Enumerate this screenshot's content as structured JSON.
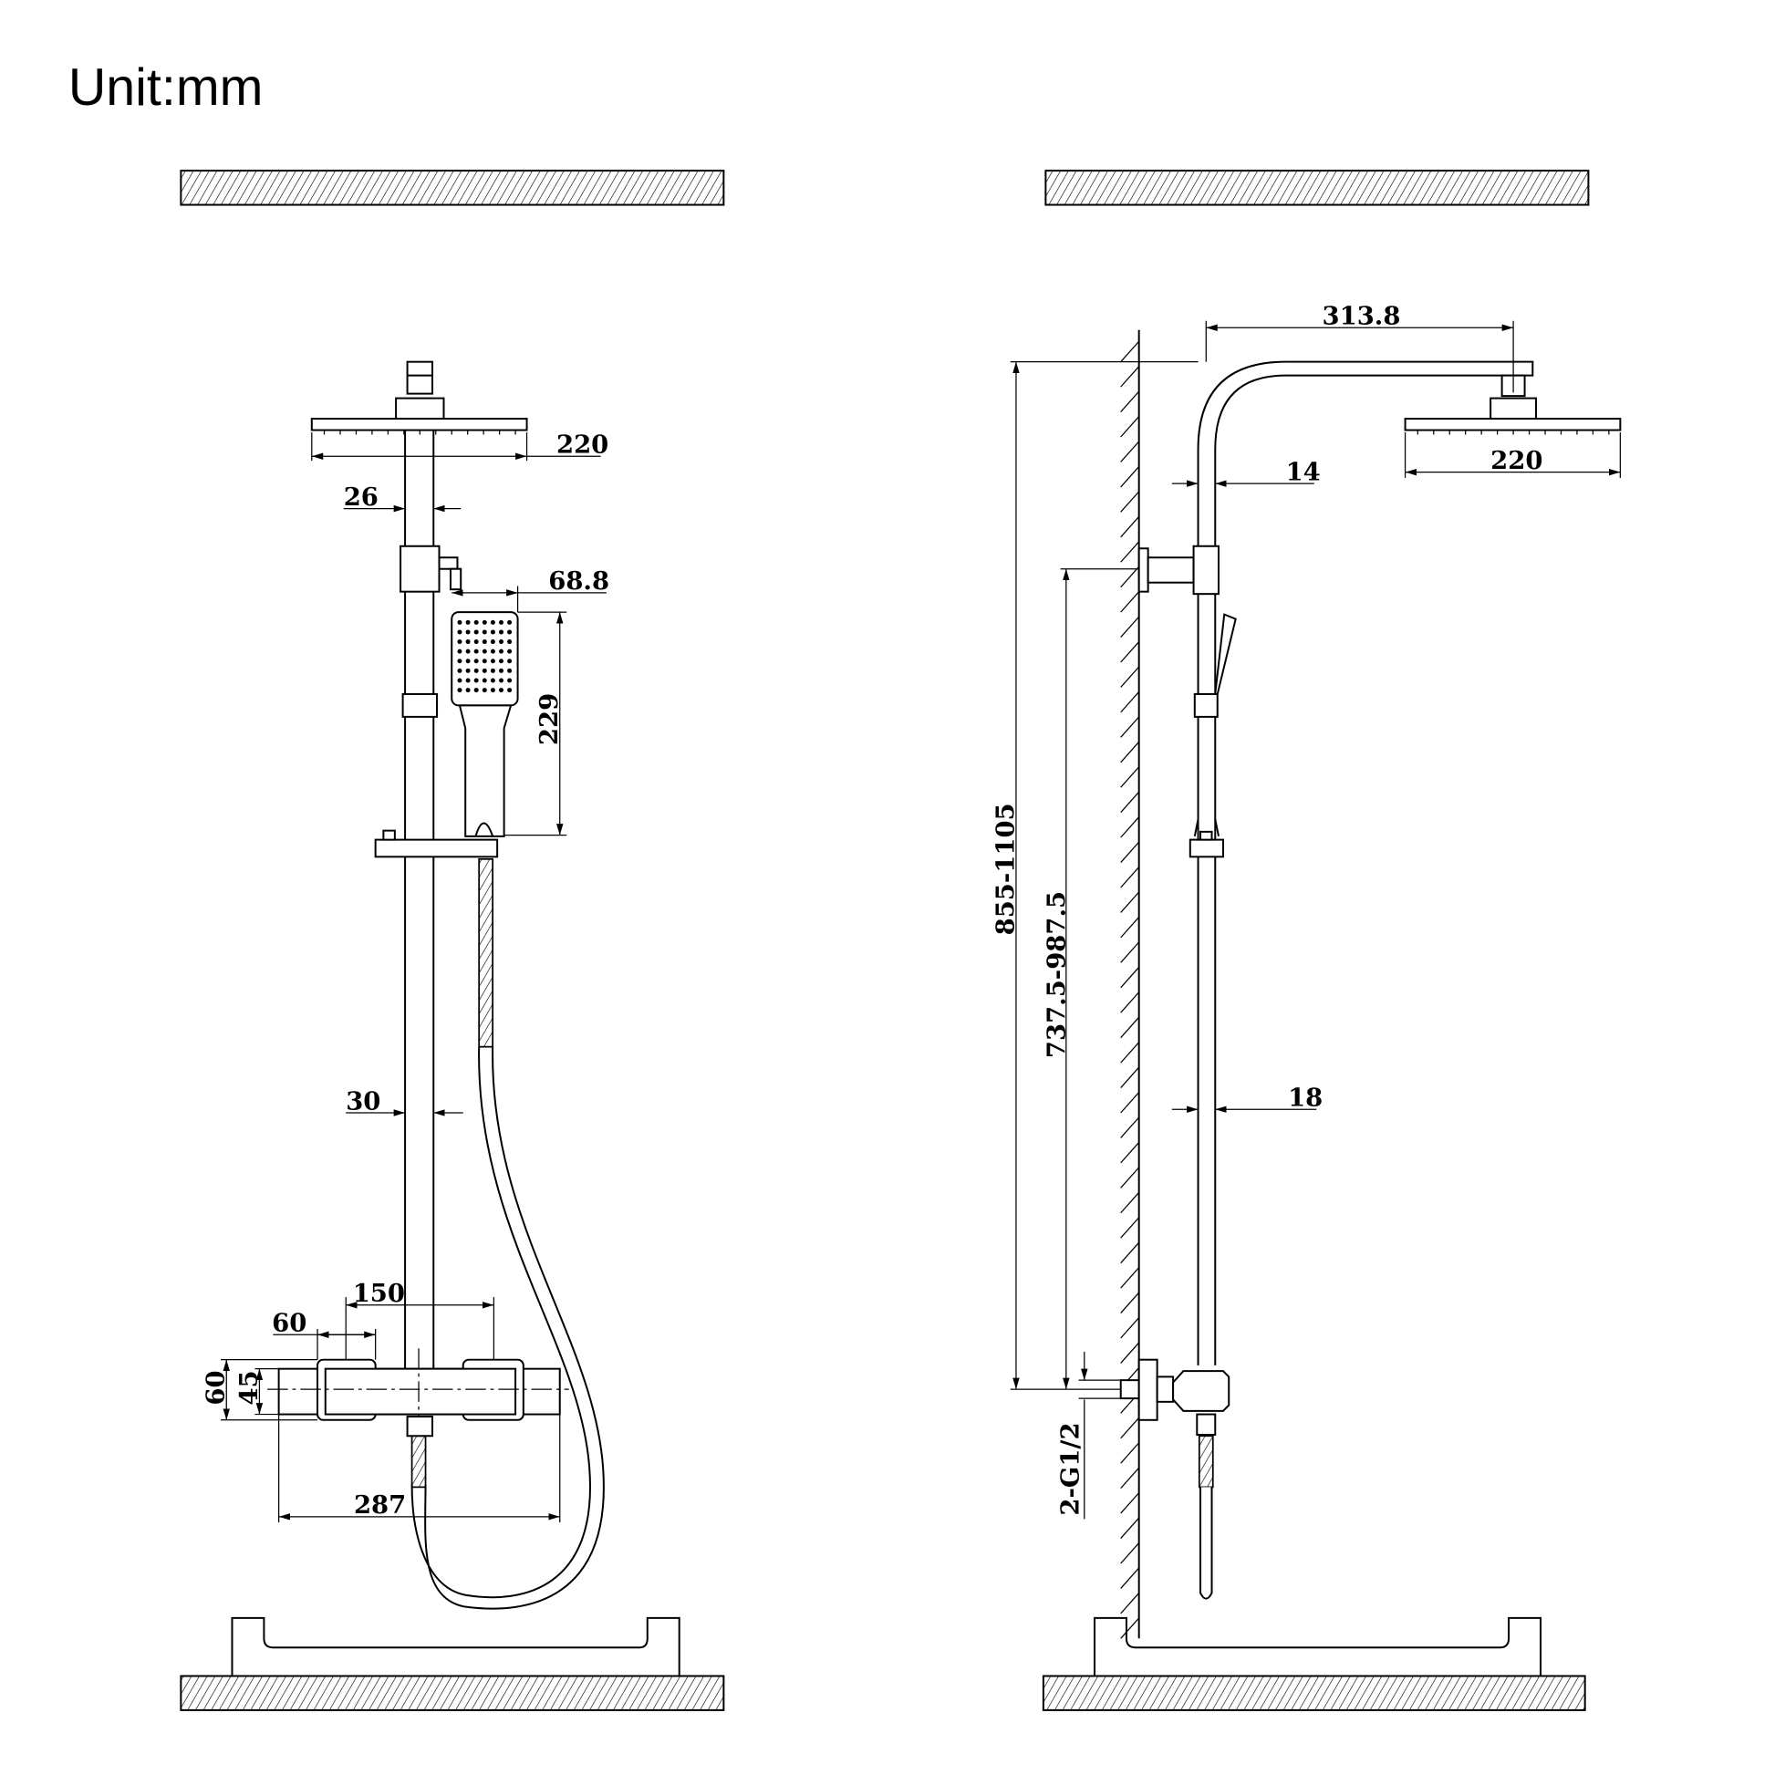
{
  "title": "Unit:mm",
  "front_view": {
    "dims": {
      "shower_head_width": "220",
      "rail_top_width": "26",
      "hand_shower_width": "68.8",
      "hand_shower_length": "229",
      "rail_width": "30",
      "inlet_spacing": "150",
      "knob_width": "60",
      "mixer_height_outer": "60",
      "mixer_height_inner": "45",
      "mixer_length": "287"
    }
  },
  "side_view": {
    "dims": {
      "arm_reach": "313.8",
      "shower_head_width": "220",
      "pipe_top_dia": "14",
      "total_height": "855-1105",
      "bracket_height": "737.5-987.5",
      "pipe_dia": "18",
      "inlet": "2-G1/2"
    }
  }
}
